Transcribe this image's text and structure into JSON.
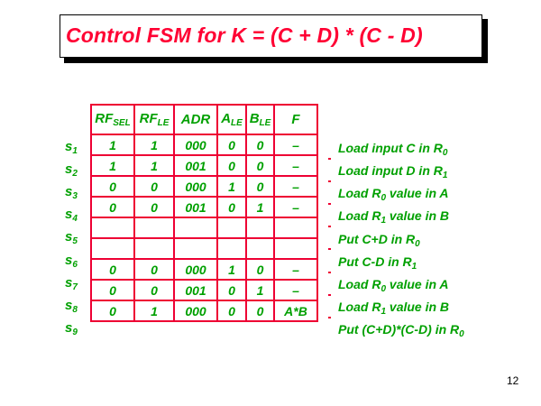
{
  "slide": {
    "title": "Control FSM for K = (C + D) * (C - D)",
    "page_number": "12",
    "colors": {
      "title": "#ff0033",
      "text": "#00a000",
      "grid": "#ee0033"
    }
  },
  "table": {
    "headers": [
      {
        "main": "RF",
        "sub": "SEL"
      },
      {
        "main": "RF",
        "sub": "LE"
      },
      {
        "main": "ADR",
        "sub": ""
      },
      {
        "main": "A",
        "sub": "LE"
      },
      {
        "main": "B",
        "sub": "LE"
      },
      {
        "main": "F",
        "sub": ""
      }
    ],
    "rows": [
      {
        "state": "s",
        "index": "1",
        "cells": [
          "1",
          "1",
          "000",
          "0",
          "0",
          "–"
        ],
        "description": {
          "pre": "Load input C in R",
          "sub": "0",
          "post": ""
        }
      },
      {
        "state": "s",
        "index": "2",
        "cells": [
          "1",
          "1",
          "001",
          "0",
          "0",
          "–"
        ],
        "description": {
          "pre": "Load input D in R",
          "sub": "1",
          "post": ""
        }
      },
      {
        "state": "s",
        "index": "3",
        "cells": [
          "0",
          "0",
          "000",
          "1",
          "0",
          "–"
        ],
        "description": {
          "pre": "Load R",
          "sub": "0",
          "post": " value in A"
        }
      },
      {
        "state": "s",
        "index": "4",
        "cells": [
          "0",
          "0",
          "001",
          "0",
          "1",
          "–"
        ],
        "description": {
          "pre": "Load R",
          "sub": "1",
          "post": " value in B"
        }
      },
      {
        "state": "s",
        "index": "5",
        "cells": [
          "",
          "",
          "",
          "",
          "",
          ""
        ],
        "description": {
          "pre": "Put C+D in R",
          "sub": "0",
          "post": ""
        }
      },
      {
        "state": "s",
        "index": "6",
        "cells": [
          "",
          "",
          "",
          "",
          "",
          ""
        ],
        "description": {
          "pre": "Put C-D in R",
          "sub": "1",
          "post": ""
        }
      },
      {
        "state": "s",
        "index": "7",
        "cells": [
          "0",
          "0",
          "000",
          "1",
          "0",
          "–"
        ],
        "description": {
          "pre": "Load R",
          "sub": "0",
          "post": " value in A"
        }
      },
      {
        "state": "s",
        "index": "8",
        "cells": [
          "0",
          "0",
          "001",
          "0",
          "1",
          "–"
        ],
        "description": {
          "pre": "Load R",
          "sub": "1",
          "post": " value in B"
        }
      },
      {
        "state": "s",
        "index": "9",
        "cells": [
          "0",
          "1",
          "000",
          "0",
          "0",
          "A*B"
        ],
        "description": {
          "pre": "Put (C+D)*(C-D) in R",
          "sub": "0",
          "post": ""
        }
      }
    ]
  }
}
